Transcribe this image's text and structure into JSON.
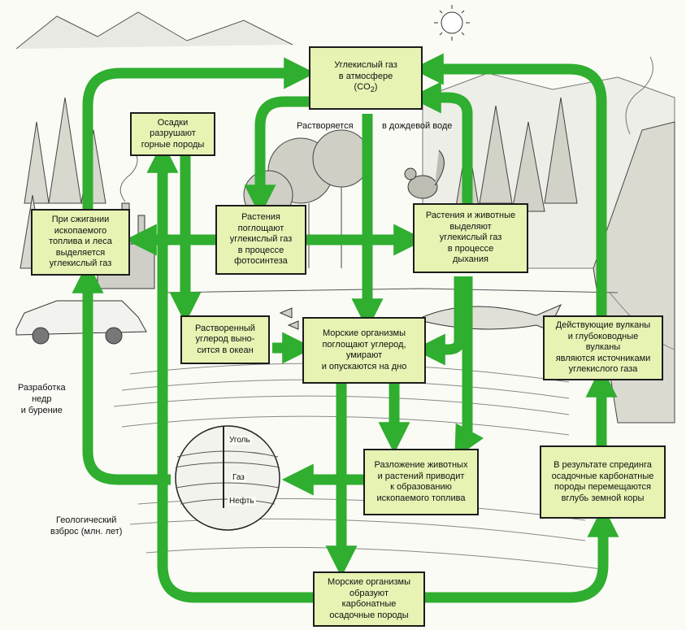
{
  "colors": {
    "arrow": "#2fae2f",
    "box_fill": "#e6f3b3",
    "box_border": "#1c1c1c",
    "ink": "#3a3a3a",
    "background": "#fbfbf6"
  },
  "boxes": {
    "co2_atmosphere": "Углекислый газ\nв атмосфере\n(CO",
    "co2_subscript": "2",
    "co2_close": ")",
    "precipitation": "Осадки\nразрушают\nгорные породы",
    "combustion": "При сжигании\nископаемого\nтоплива и леса\nвыделяется\nуглекислый газ",
    "photosynthesis": "Растения\nпоглощают\nуглекислый газ\nв процессе\nфотосинтеза",
    "respiration": "Растения и животные\nвыделяют\nуглекислый газ\nв процессе\nдыхания",
    "dissolved_carbon": "Растворенный\nуглерод выно-\nсится в океан",
    "marine_organisms": "Морские организмы\nпоглощают углерод,\nумирают\nи опускаются на дно",
    "volcanoes": "Действующие вулканы\nи глубоководные\nвулканы\nявляются источниками\nуглекислого газа",
    "decomposition": "Разложение животных\nи растений приводит\nк образованию\nископаемого топлива",
    "spreading": "В результате спрединга\nосадочные карбонатные\nпороды перемещаются\nвглубь земной коры",
    "sediments": "Морские организмы\nобразуют\nкарбонатные\nосадочные породы"
  },
  "labels": {
    "dissolves": "Растворяется",
    "rain_water": "в дождевой воде",
    "mining": "Разработка\nнедр\nи бурение",
    "geologic": "Геологический\nвзброс (млн. лет)",
    "coal": "Уголь",
    "gas": "Газ",
    "oil": "Нефть"
  }
}
